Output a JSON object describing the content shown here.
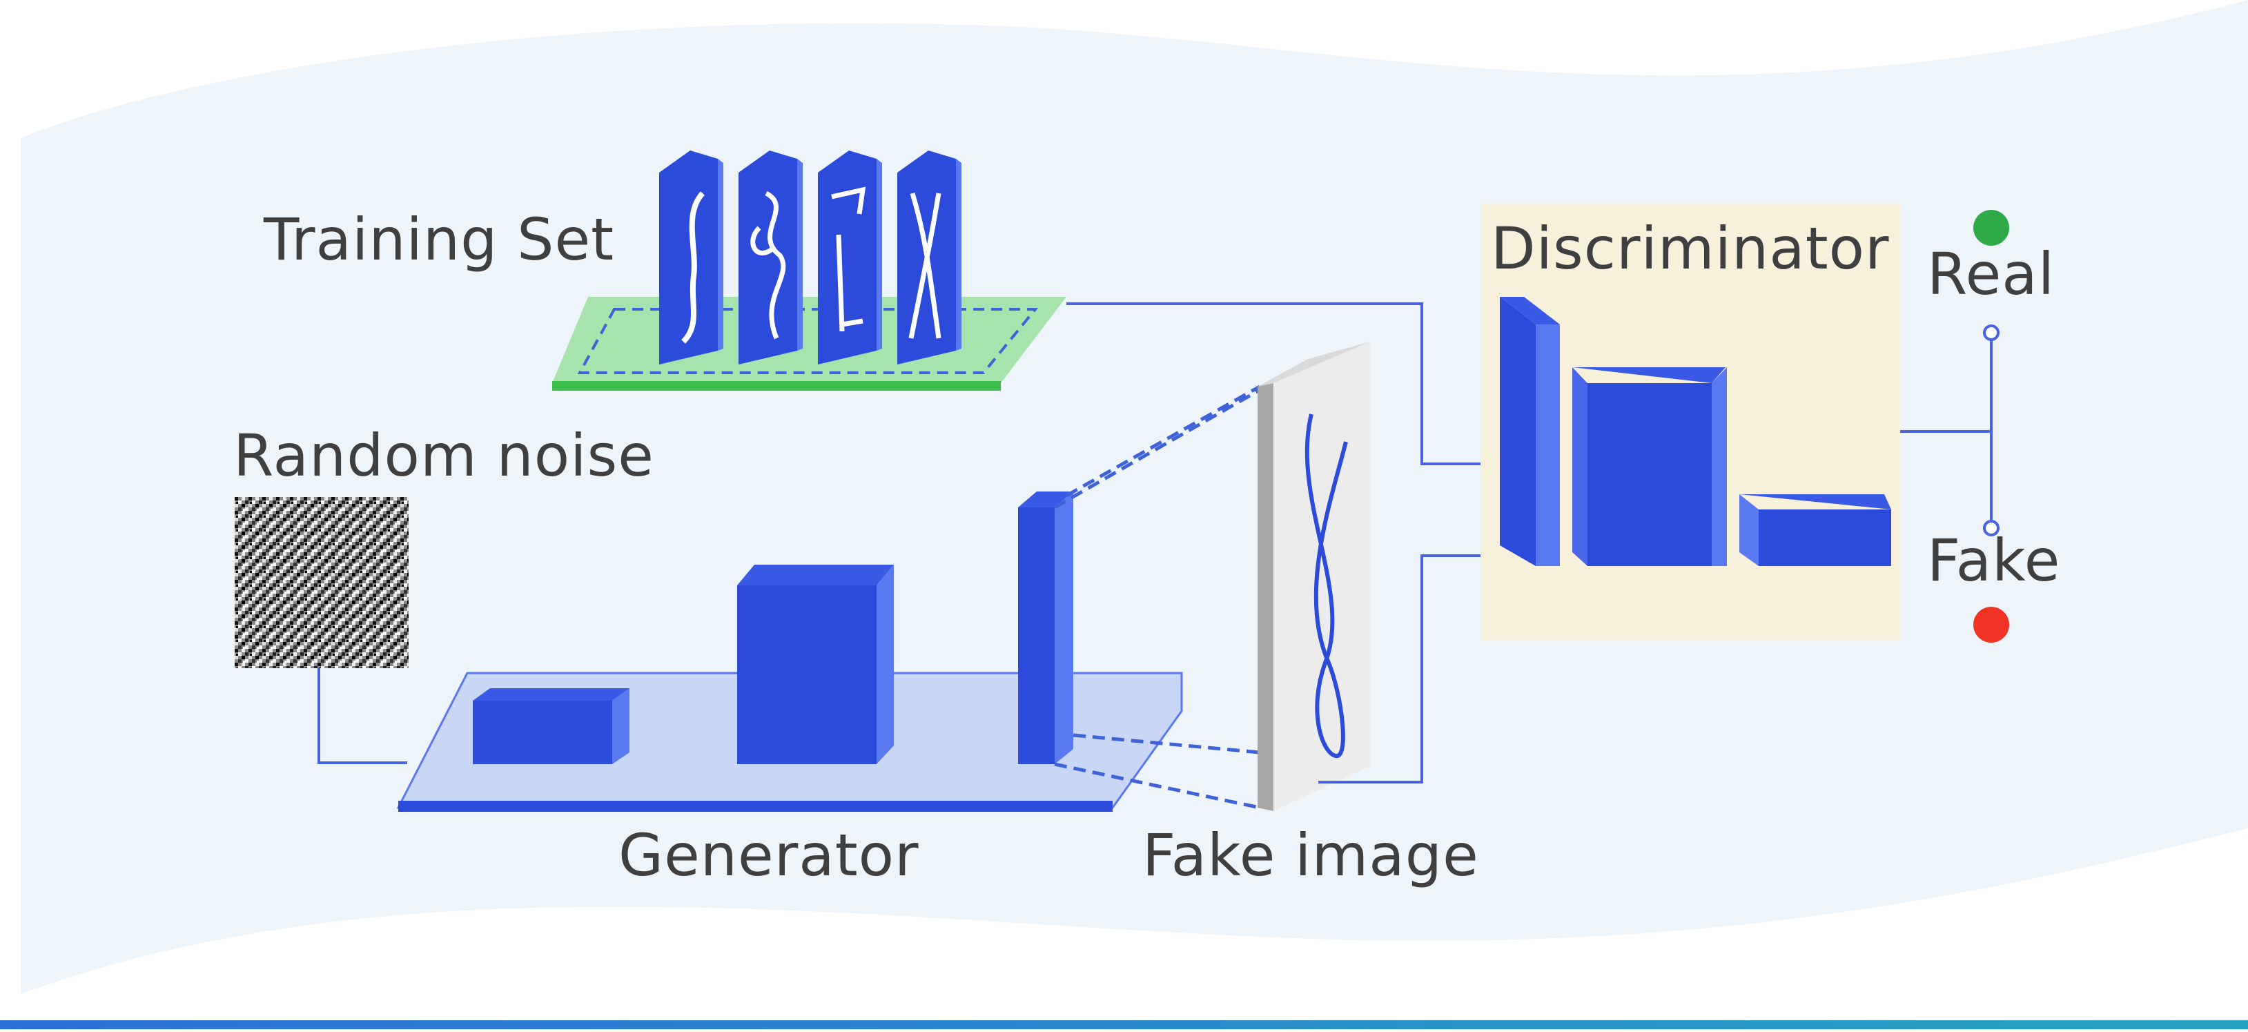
{
  "labels": {
    "training_set": "Training Set",
    "random_noise": "Random noise",
    "generator": "Generator",
    "fake_image": "Fake image",
    "discriminator": "Discriminator",
    "real": "Real",
    "fake": "Fake"
  },
  "colors": {
    "block_front": "#2d4bdb",
    "block_top": "#3a5ae6",
    "block_side": "#5a78f0",
    "line": "#4a63e0",
    "tray": "#a8e3ad",
    "tray_edge": "#3cbf4a",
    "generator_plate": "#c9d6f6",
    "discriminator_box": "#f7f0db",
    "real_dot": "#2eaa48",
    "fake_dot": "#f03323",
    "background_band": "#eef5fa"
  },
  "icons": [
    "real-indicator-dot",
    "fake-indicator-dot",
    "random-noise-image",
    "fake-image-sheet"
  ]
}
